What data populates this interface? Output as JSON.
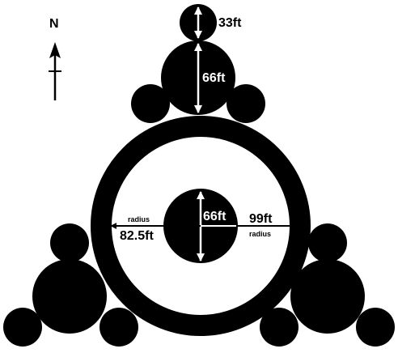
{
  "compass": {
    "label": "N"
  },
  "dimensions": {
    "small_circle": "33ft",
    "medium_circle": "66ft",
    "center_circle": "66ft",
    "outer_radius": "99ft",
    "outer_radius_caption": "radius",
    "inner_radius": "82.5ft",
    "inner_radius_caption": "radius"
  },
  "colors": {
    "fill": "#000000",
    "background": "#ffffff",
    "arrow_on_black": "#ffffff",
    "arrow_on_white": "#000000"
  }
}
